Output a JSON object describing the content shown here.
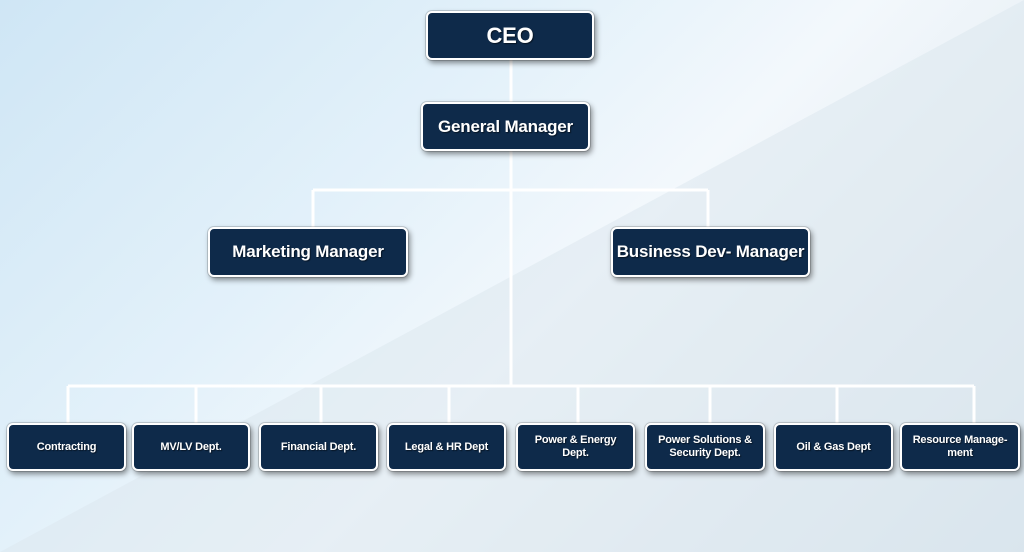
{
  "org_chart": {
    "ceo": "CEO",
    "general_manager": "General Manager",
    "managers": [
      "Marketing Manager",
      "Business Dev- Manager"
    ],
    "departments": [
      "Contracting",
      "MV/LV Dept.",
      "Financial Dept.",
      "Legal & HR Dept",
      "Power & Energy Dept.",
      "Power Solutions & Security Dept.",
      "Oil & Gas Dept",
      "Resource Manage-ment"
    ]
  },
  "colors": {
    "box_fill": "#0e2a4a",
    "box_border": "#ffffff",
    "connector": "#ffffff",
    "text": "#ffffff"
  }
}
